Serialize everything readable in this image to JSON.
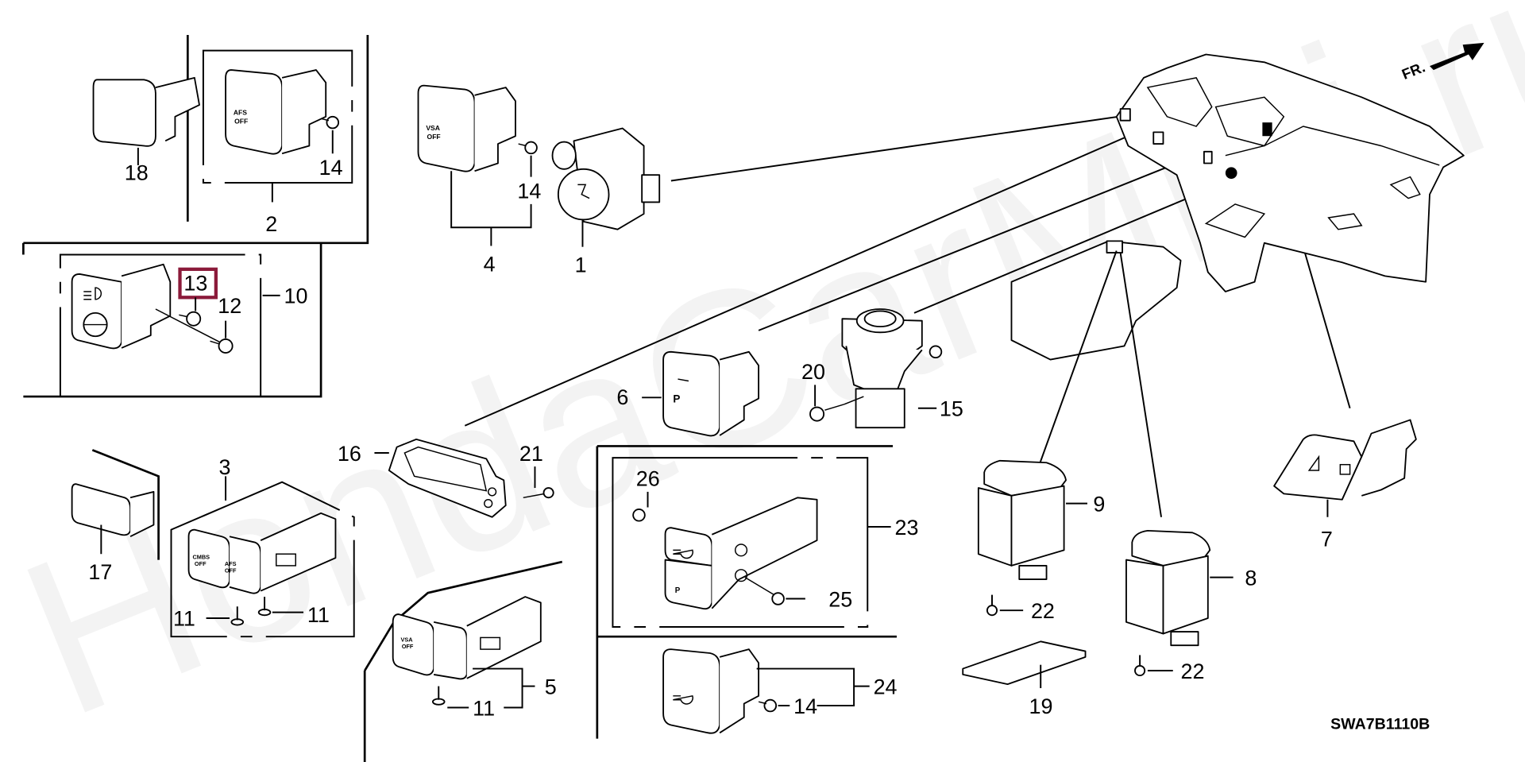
{
  "diagram": {
    "title_code": "SWA7B1110B",
    "direction_label": "FR.",
    "watermark": "HondaCarMini.ru",
    "highlight_color": "#8b1a3a",
    "highlighted_part": "13",
    "callouts": {
      "p1": "1",
      "p2": "2",
      "p3": "3",
      "p4": "4",
      "p5": "5",
      "p6": "6",
      "p7": "7",
      "p8": "8",
      "p9": "9",
      "p10": "10",
      "p11a": "11",
      "p11b": "11",
      "p11c": "11",
      "p12": "12",
      "p13": "13",
      "p14a": "14",
      "p14b": "14",
      "p14c": "14",
      "p15": "15",
      "p16": "16",
      "p17": "17",
      "p18": "18",
      "p19": "19",
      "p20": "20",
      "p21": "21",
      "p22a": "22",
      "p22b": "22",
      "p23": "23",
      "p24": "24",
      "p25": "25",
      "p26": "26"
    },
    "switch_labels": {
      "afs_off_1": "AFS",
      "afs_off_2": "OFF",
      "vsa_off_1": "VSA",
      "vsa_off_2": "OFF",
      "cmbs_off_1": "CMBS",
      "cmbs_off_2": "OFF",
      "afs2_1": "AFS",
      "afs2_2": "OFF",
      "vsa2_1": "VSA",
      "vsa2_2": "OFF",
      "parking_sensor": "P"
    }
  }
}
